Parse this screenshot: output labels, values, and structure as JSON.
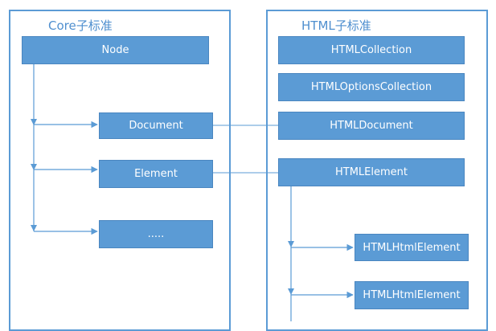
{
  "core": {
    "title": "Core子标准",
    "nodes": [
      "Node",
      "Document",
      "Element",
      "....."
    ]
  },
  "html": {
    "title": "HTML子标准",
    "nodes": [
      "HTMLCollection",
      "HTMLOptionsCollection",
      "HTMLDocument",
      "HTMLElement",
      "HTMLHtmlElement",
      "HTMLHtmlElement"
    ]
  },
  "colors": {
    "box_fill": "#5b9bd5",
    "line": "#5b9bd5",
    "title_text": "#4f8fcf",
    "box_text": "#ffffff"
  }
}
